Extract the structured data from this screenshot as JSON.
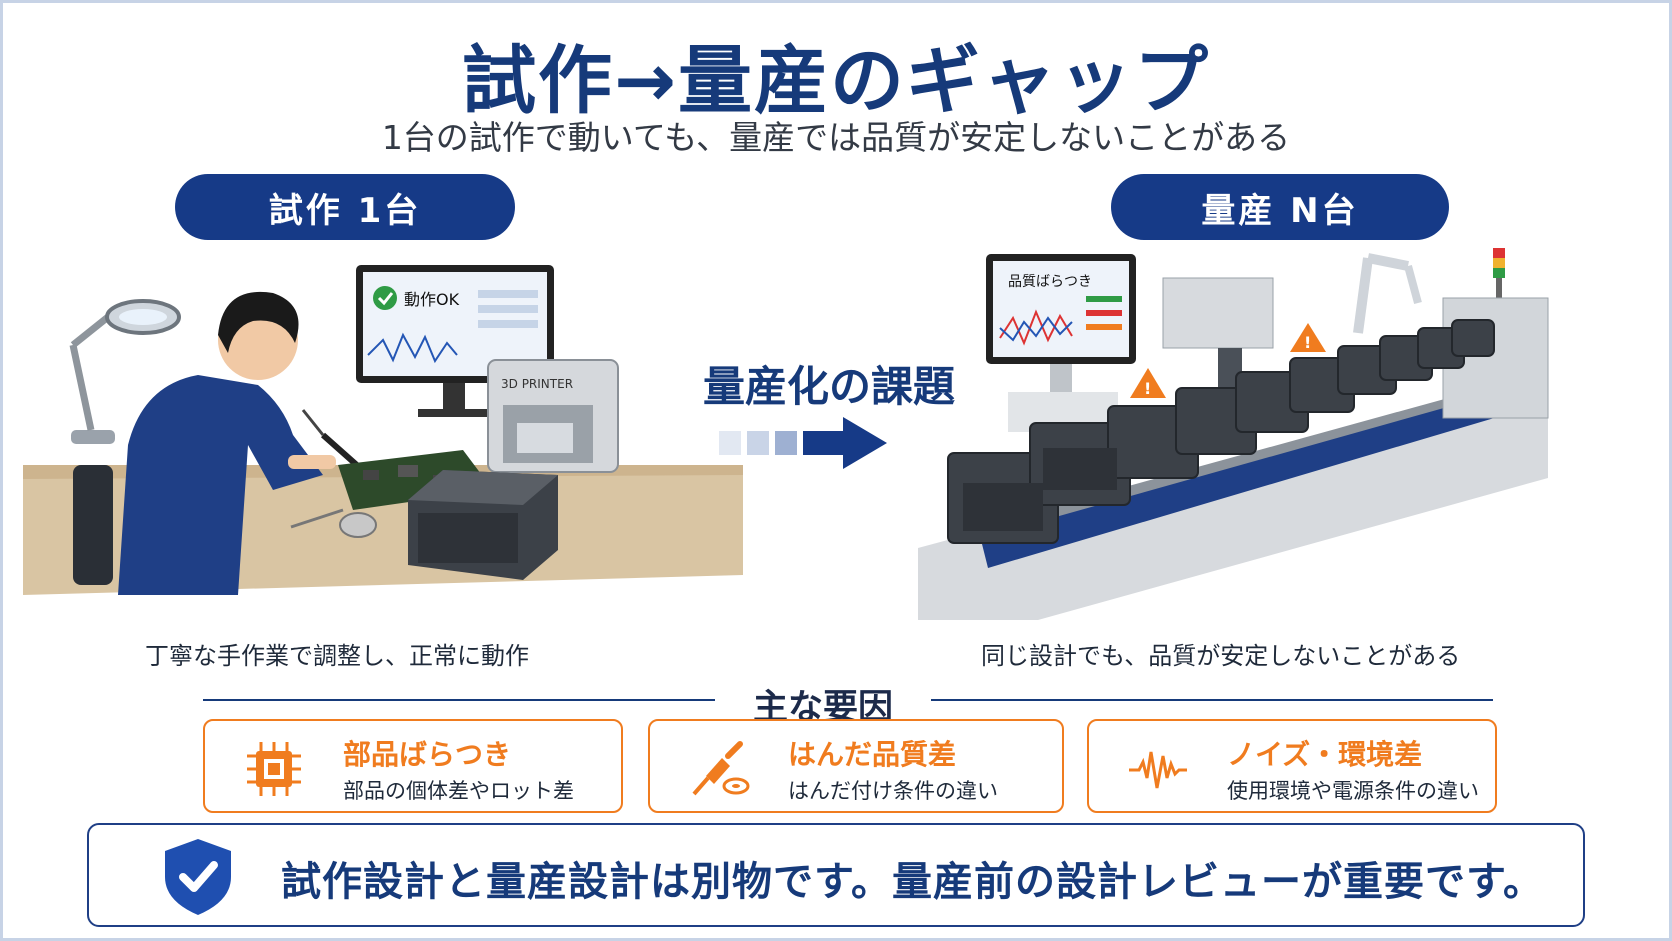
{
  "title": "試作→量産のギャップ",
  "subtitle": "1台の試作で動いても、量産では品質が安定しないことがある",
  "left": {
    "pill": "試作 1台",
    "monitor_status": "動作OK",
    "printer_label": "3D PRINTER",
    "caption": "丁寧な手作業で調整し、正常に動作"
  },
  "middle": {
    "label": "量産化の課題"
  },
  "right": {
    "pill": "量産 N台",
    "monitor_label": "品質ばらつき",
    "caption": "同じ設計でも、品質が安定しないことがある"
  },
  "factors": {
    "heading": "主な要因",
    "items": [
      {
        "title": "部品ばらつき",
        "desc": "部品の個体差やロット差",
        "icon": "chip-icon"
      },
      {
        "title": "はんだ品質差",
        "desc": "はんだ付け条件の違い",
        "icon": "soldering-iron-icon"
      },
      {
        "title": "ノイズ・環境差",
        "desc": "使用環境や電源条件の違い",
        "icon": "noise-wave-icon"
      }
    ]
  },
  "conclusion": {
    "text": "試作設計と量産設計は別物です。量産前の設計レビューが重要です。",
    "icon": "shield-check-icon"
  },
  "colors": {
    "navy": "#163a87",
    "orange": "#f07c1f",
    "warning": "#f07c1f"
  }
}
